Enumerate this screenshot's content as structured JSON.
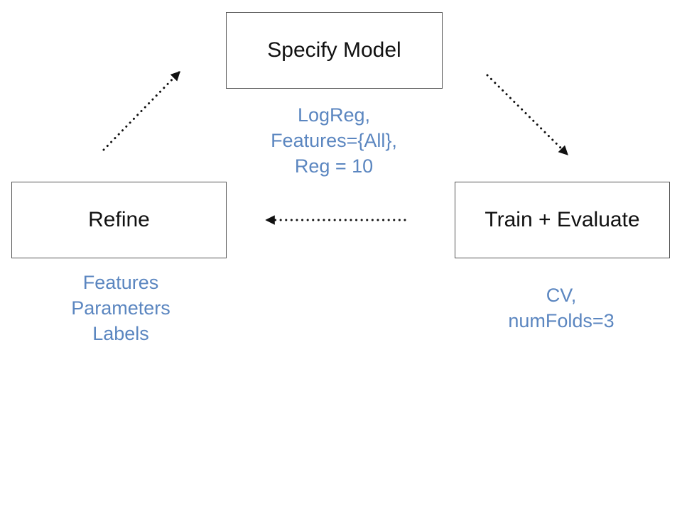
{
  "nodes": {
    "specify_model": {
      "label": "Specify Model",
      "notes": [
        "LogReg,",
        "Features={All},",
        "Reg = 10"
      ]
    },
    "refine": {
      "label": "Refine",
      "notes": [
        "Features",
        "Parameters",
        "Labels"
      ]
    },
    "train_evaluate": {
      "label": "Train + Evaluate",
      "notes": [
        "CV,",
        "numFolds=3"
      ]
    }
  },
  "edges": [
    {
      "from": "specify_model",
      "to": "train_evaluate",
      "style": "dotted"
    },
    {
      "from": "train_evaluate",
      "to": "refine",
      "style": "dotted"
    },
    {
      "from": "refine",
      "to": "specify_model",
      "style": "dotted"
    }
  ],
  "colors": {
    "box_border": "#555555",
    "box_text": "#111111",
    "note_text": "#5b86c0",
    "arrow": "#111111"
  }
}
